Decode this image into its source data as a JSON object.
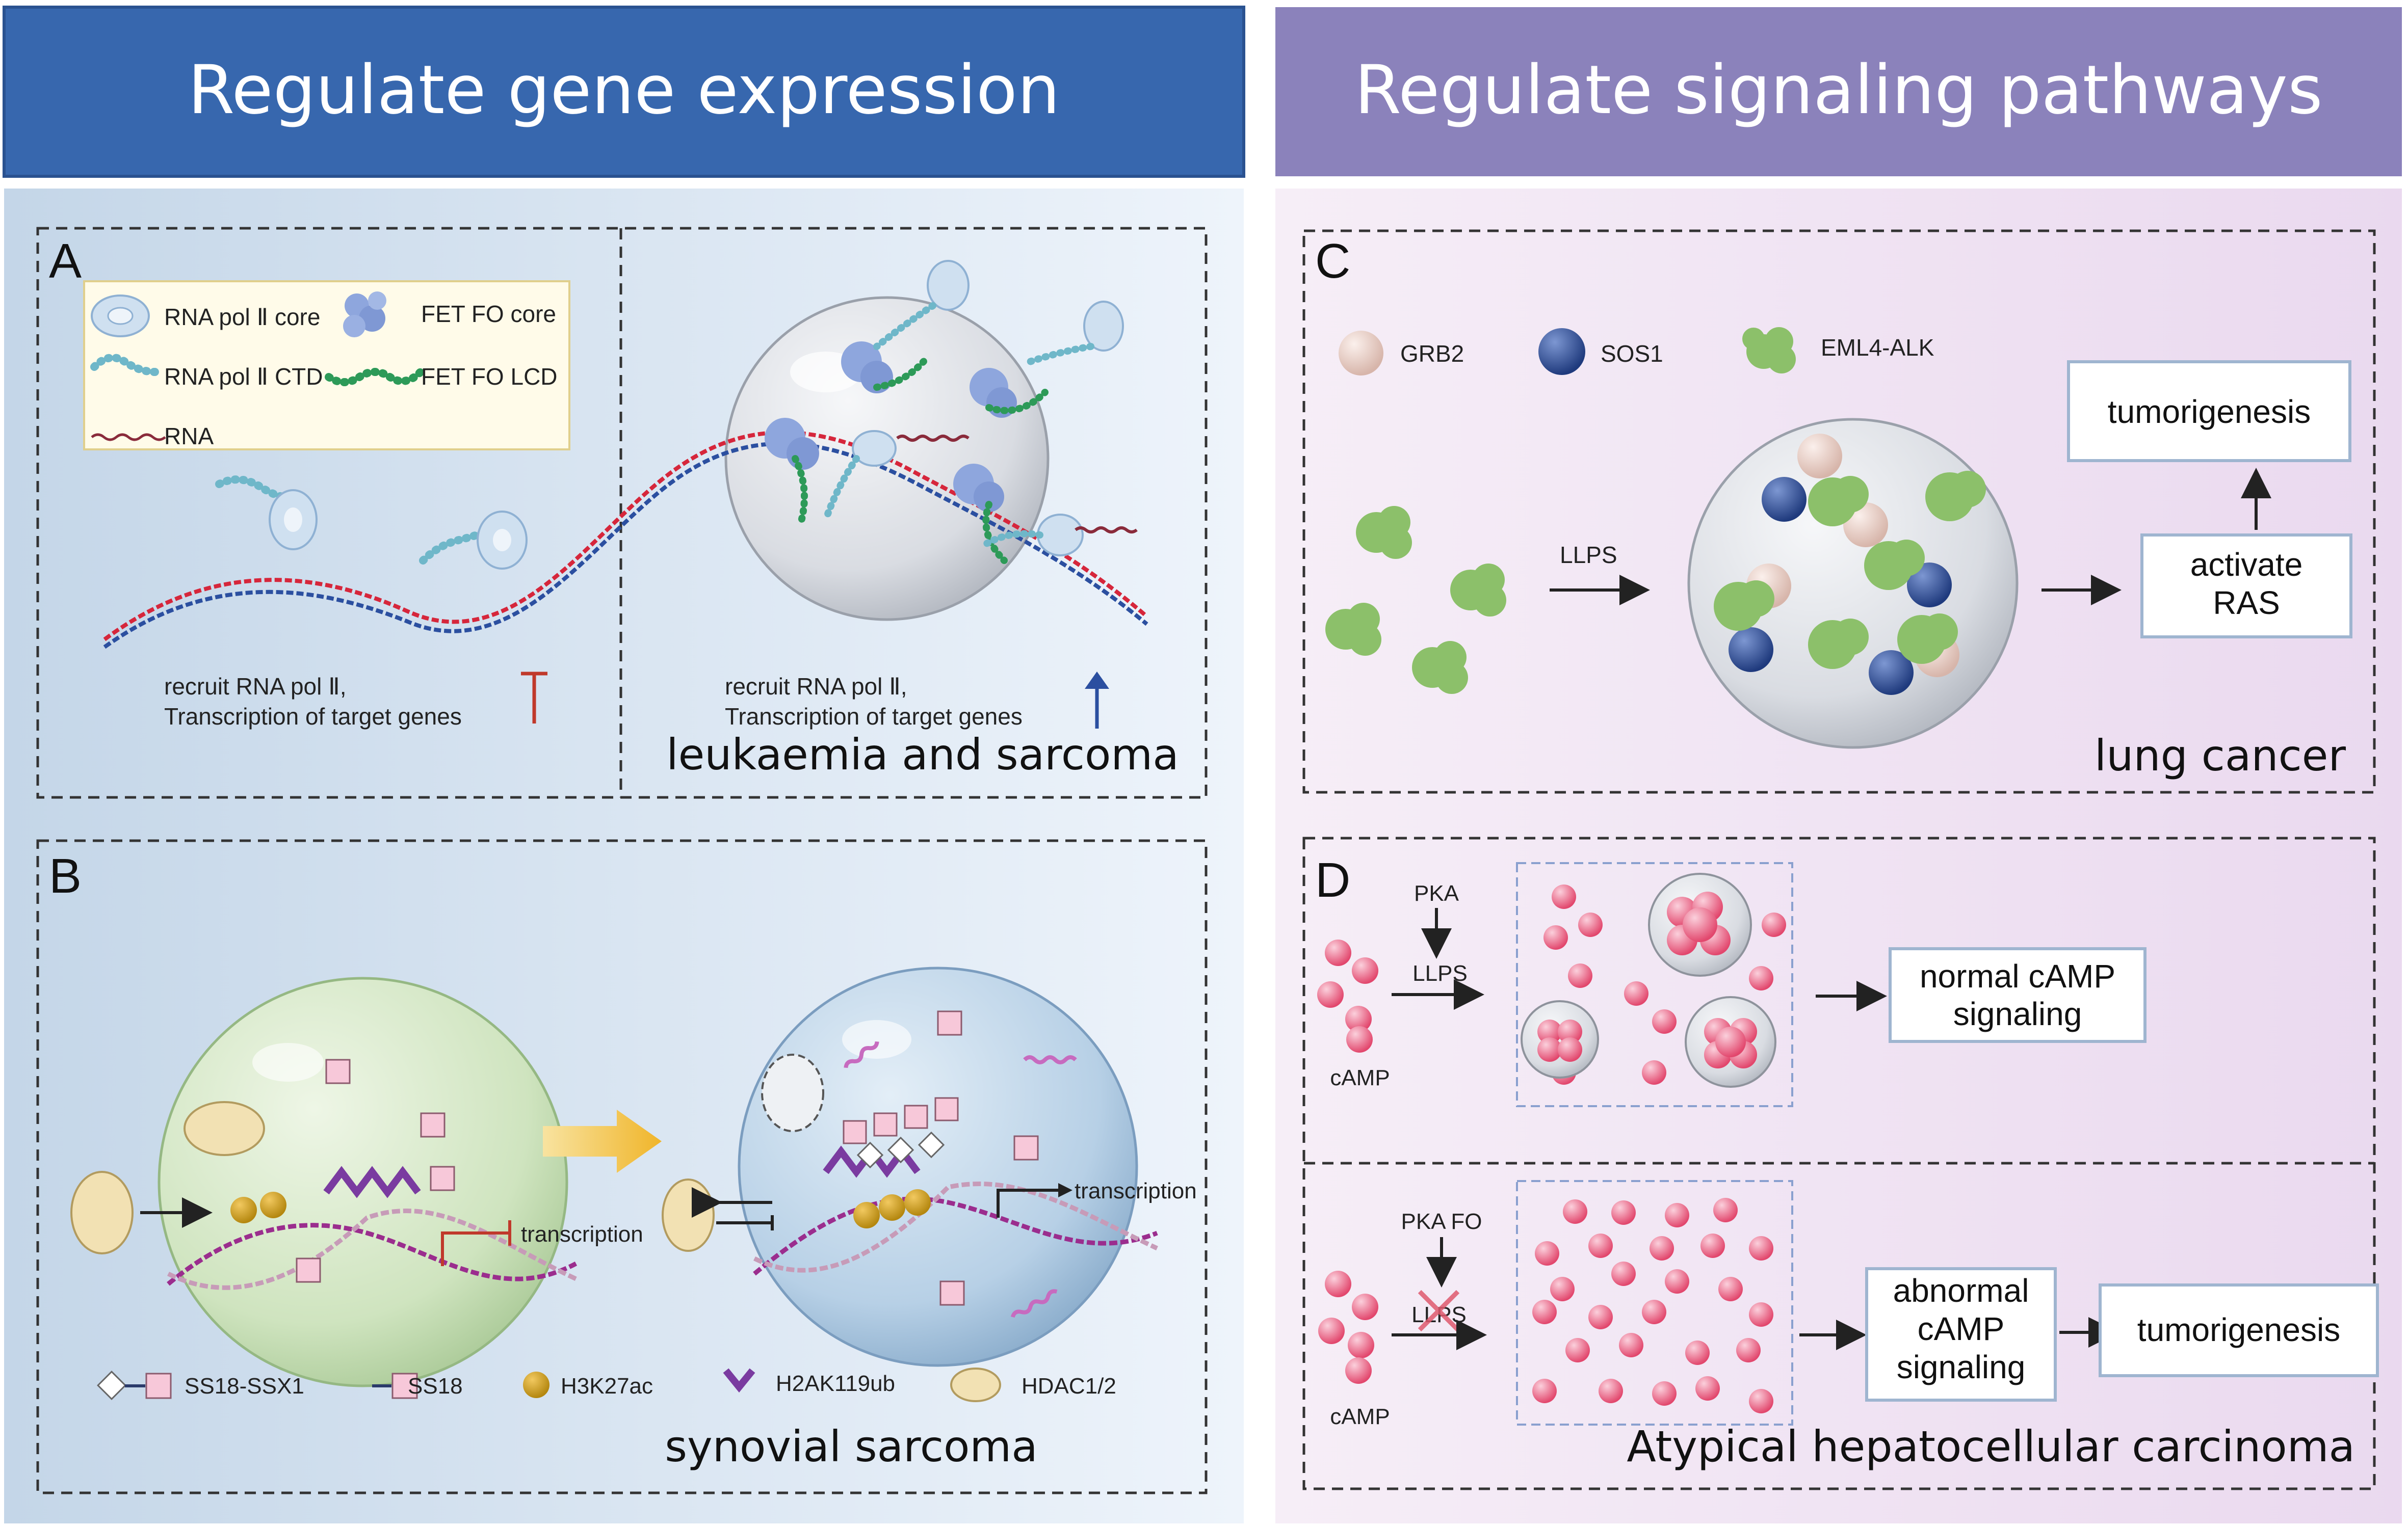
{
  "headers": {
    "left": "Regulate gene expression",
    "right": "Regulate signaling pathways"
  },
  "panelA": {
    "letter": "A",
    "legend": {
      "rna_pol_core": "RNA pol Ⅱ core",
      "fet_fo_core": "FET FO core",
      "rna_pol_ctd": "RNA pol Ⅱ CTD",
      "fet_fo_lcd": "FET FO LCD",
      "rna": "RNA"
    },
    "left_caption_line1": "recruit RNA pol Ⅱ,",
    "left_caption_line2": "Transcription of target genes",
    "right_caption_line1": "recruit RNA pol Ⅱ,",
    "right_caption_line2": "Transcription of target genes",
    "disease": "leukaemia and sarcoma"
  },
  "panelB": {
    "letter": "B",
    "left_transcription": "transcription",
    "right_transcription": "transcription",
    "legend": {
      "ss18_ssx1": "SS18-SSX1",
      "ss18": "SS18",
      "h3k27ac": "H3K27ac",
      "h2ak119ub": "H2AK119ub",
      "hdac": "HDAC1/2"
    },
    "disease": "synovial sarcoma"
  },
  "panelC": {
    "letter": "C",
    "legend": {
      "grb2": "GRB2",
      "sos1": "SOS1",
      "eml4alk": "EML4-ALK"
    },
    "llps": "LLPS",
    "activate_line1": "activate",
    "activate_line2": "RAS",
    "tumorigenesis": "tumorigenesis",
    "disease": "lung cancer"
  },
  "panelD": {
    "letter": "D",
    "pka": "PKA",
    "llps": "LLPS",
    "camp_top": "cAMP",
    "normal_line1": "normal cAMP",
    "normal_line2": "signaling",
    "pka_fo": "PKA FO",
    "llps_bottom": "LLPS",
    "camp_bottom": "cAMP",
    "abnormal_line1": "abnormal",
    "abnormal_line2": "cAMP",
    "abnormal_line3": "signaling",
    "tumorigenesis": "tumorigenesis",
    "disease": "Atypical hepatocellular carcinoma"
  },
  "colors": {
    "left_header": "#3767AE",
    "right_header": "#8B82BB",
    "dna_red": "#D6263B",
    "dna_blue": "#2B4FA0",
    "camp_pink": "#E8567A",
    "sos1_blue": "#2F4E98",
    "eml4_green": "#8CC06A",
    "grb2_beige": "#E6CFC6"
  }
}
